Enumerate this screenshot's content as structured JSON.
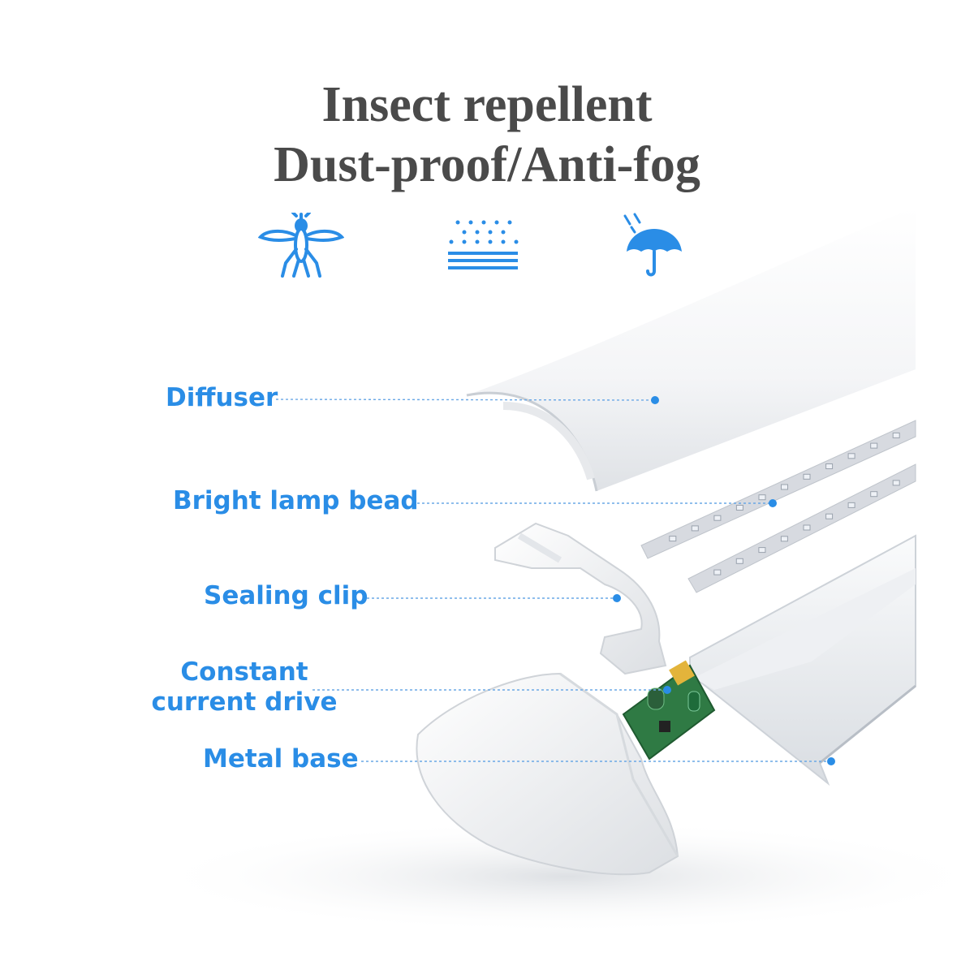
{
  "heading": {
    "line1": "Insect repellent",
    "line2": "Dust-proof/Anti-fog"
  },
  "icons": [
    "mosquito-icon",
    "dust-layers-icon",
    "umbrella-rain-icon"
  ],
  "colors": {
    "accent": "#2a8de6",
    "title": "#4a4a4a"
  },
  "parts": {
    "diffuser": "Diffuser",
    "lamp_bead": "Bright lamp bead",
    "sealing_clip": "Sealing clip",
    "drive_line1": "Constant",
    "drive_line2": "current drive",
    "metal_base": "Metal base"
  }
}
